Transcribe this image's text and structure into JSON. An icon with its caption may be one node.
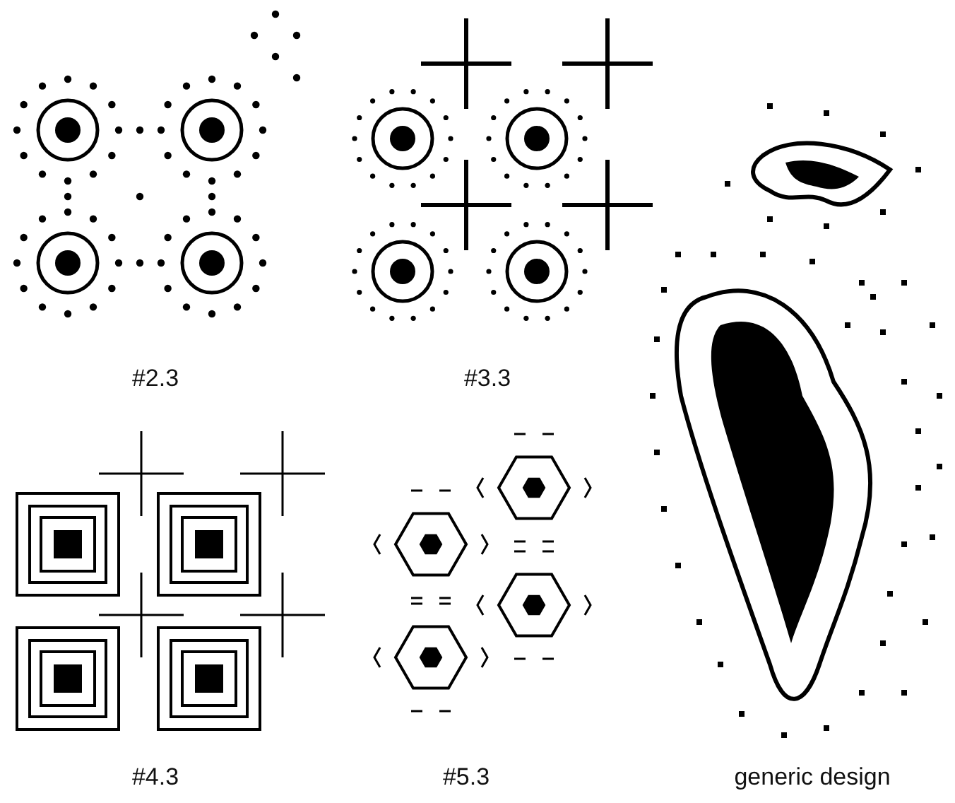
{
  "diagram": {
    "labels": [
      "#2.3",
      "#3.3",
      "#4.3",
      "#5.3",
      "generic design"
    ]
  }
}
